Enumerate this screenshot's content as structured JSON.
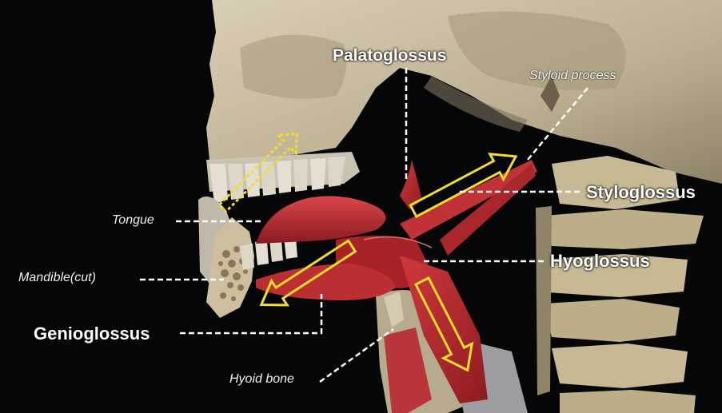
{
  "labels": {
    "palatoglossus": "Palatoglossus",
    "styloid_process": "Styloid process",
    "styloglossus": "Styloglossus",
    "tongue": "Tongue",
    "hyoglossus": "Hyoglossus",
    "mandible_cut": "Mandible(cut)",
    "genioglossus": "Genioglossus",
    "hyoid_bone": "Hyoid bone"
  },
  "colors": {
    "background": "#050608",
    "bone": "#cbbfa3",
    "muscle": "#b22a2e",
    "arrow": "#f2dd2a",
    "leader": "#ffffff"
  },
  "icons": {
    "action_arrows": "yellow-outline-arrow",
    "leader_lines": "white-dashed-line"
  }
}
